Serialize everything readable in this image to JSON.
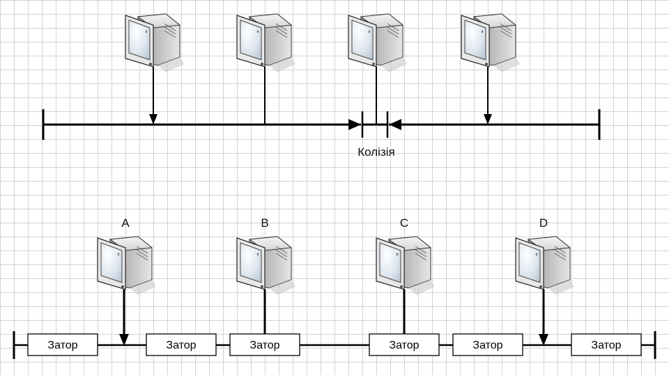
{
  "collision_label": "Колізія",
  "station_labels": [
    "A",
    "B",
    "C",
    "D"
  ],
  "buffer_label": "Затор",
  "icons": {
    "computer": "crt-monitor-icon"
  }
}
